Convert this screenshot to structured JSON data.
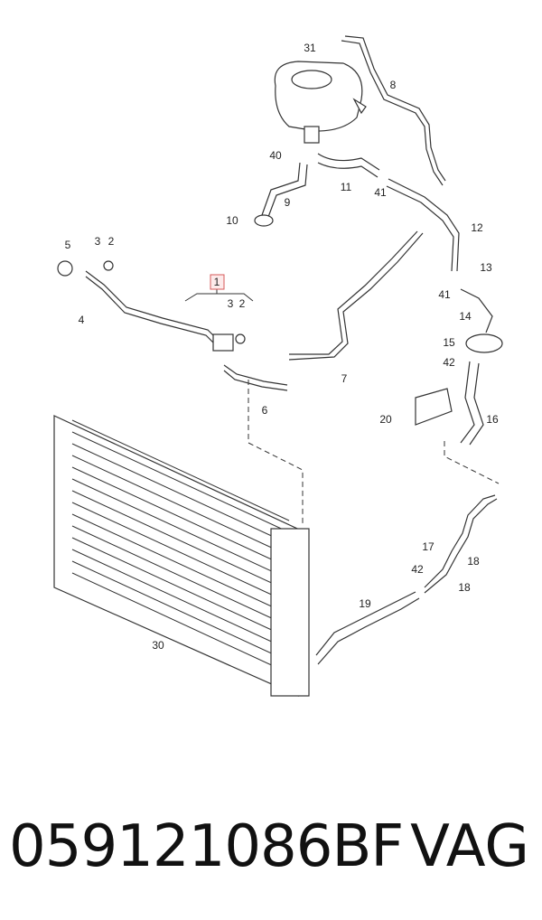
{
  "diagram": {
    "callouts": [
      {
        "label": "31"
      },
      {
        "label": "8"
      },
      {
        "label": "40"
      },
      {
        "label": "11"
      },
      {
        "label": "41"
      },
      {
        "label": "9"
      },
      {
        "label": "10"
      },
      {
        "label": "12"
      },
      {
        "label": "13"
      },
      {
        "label": "41"
      },
      {
        "label": "14"
      },
      {
        "label": "15"
      },
      {
        "label": "42"
      },
      {
        "label": "20"
      },
      {
        "label": "16"
      },
      {
        "label": "5"
      },
      {
        "label": "3"
      },
      {
        "label": "2"
      },
      {
        "label": "4"
      },
      {
        "label": "1"
      },
      {
        "label": "3"
      },
      {
        "label": "2"
      },
      {
        "label": "7"
      },
      {
        "label": "6"
      },
      {
        "label": "30"
      },
      {
        "label": "17"
      },
      {
        "label": "18"
      },
      {
        "label": "42"
      },
      {
        "label": "18"
      },
      {
        "label": "19"
      }
    ]
  },
  "footer": {
    "part_number": "059121086BF",
    "brand": "VAG"
  }
}
